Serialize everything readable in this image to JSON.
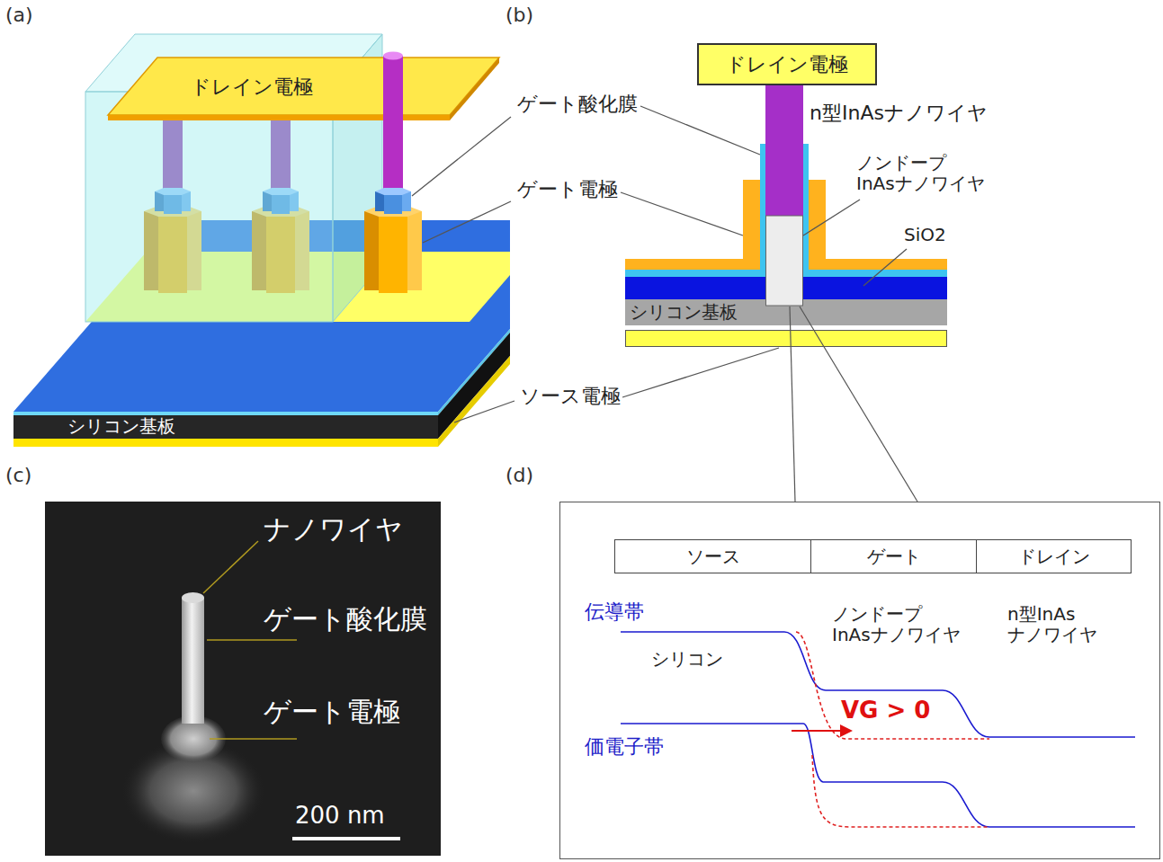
{
  "diagram": {
    "nodes": [
      {
        "text": [
          "ドレイン電極"
        ]
      },
      {
        "text": [
          "ソース"
        ]
      },
      {
        "text": [
          "ゲート"
        ]
      },
      {
        "text": [
          "ドレイン"
        ]
      }
    ],
    "labels": [
      "(a)",
      "(b)",
      "(c)",
      "(d)",
      "ドレイン電極",
      "シリコン基板",
      "ゲート酸化膜",
      "ゲート電極",
      "ソース電極",
      "n型InAsナノワイヤ",
      "ノンドープ InAsナノワイヤ",
      "SiO2",
      "シリコン基板",
      "ナノワイヤ",
      "ゲート酸化膜",
      "ゲート電極",
      "200 nm",
      "伝導帯",
      "シリコン",
      "ノンドープ InAsナノワイヤ",
      "n型InAs ナノワイヤ",
      "価電子帯",
      "VG > 0"
    ]
  }
}
